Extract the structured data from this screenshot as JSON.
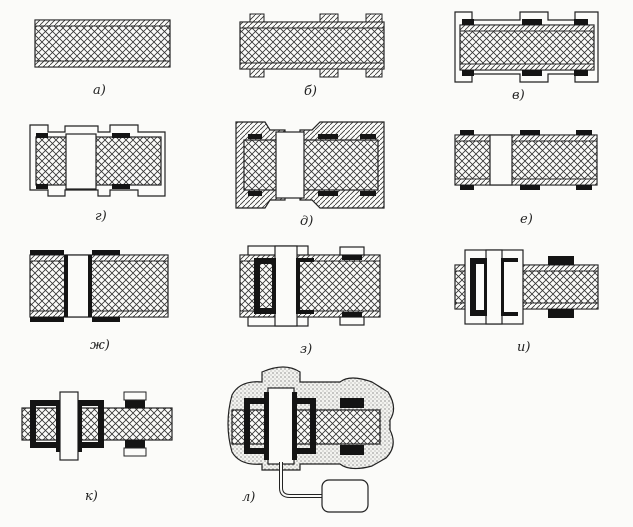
{
  "figure": {
    "panels": [
      {
        "id": "a",
        "label": "а)"
      },
      {
        "id": "b",
        "label": "б)"
      },
      {
        "id": "v",
        "label": "в)"
      },
      {
        "id": "g",
        "label": "г)"
      },
      {
        "id": "d",
        "label": "д)"
      },
      {
        "id": "e",
        "label": "е)"
      },
      {
        "id": "zh",
        "label": "ж)"
      },
      {
        "id": "z",
        "label": "з)"
      },
      {
        "id": "i",
        "label": "и)"
      },
      {
        "id": "k",
        "label": "к)"
      },
      {
        "id": "l",
        "label": "л)"
      }
    ]
  },
  "colors": {
    "ink": "#1f1f1f",
    "paper": "#fbfbf9",
    "copper": "#141414"
  }
}
